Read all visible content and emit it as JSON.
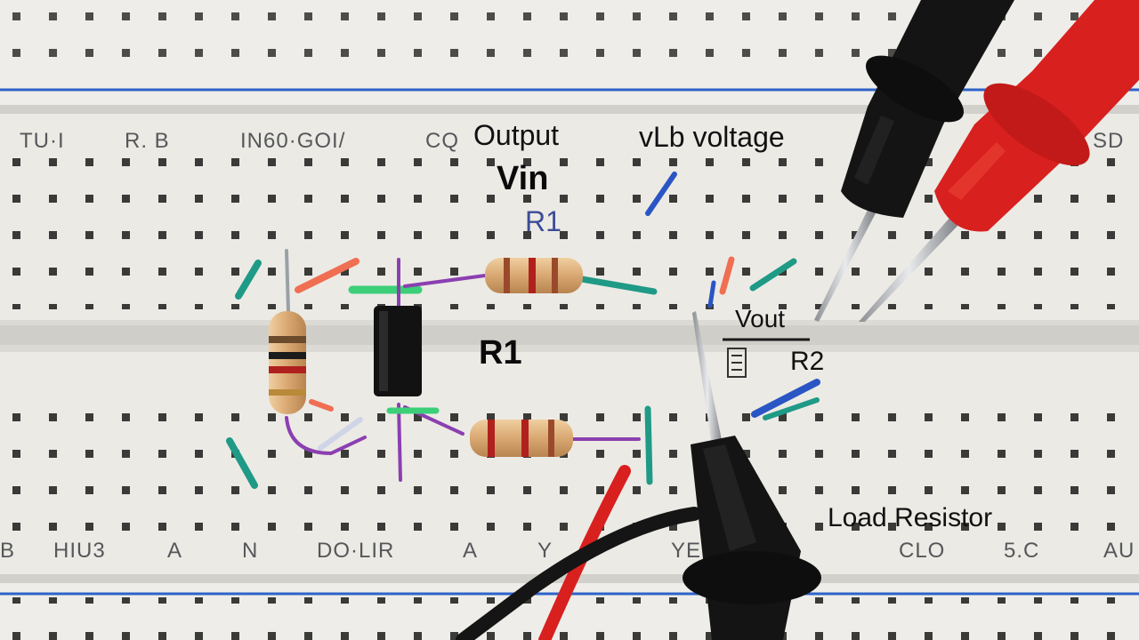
{
  "photo": {
    "row_labels_top": [
      "TU·I",
      "R. B",
      "IN60·GOI/",
      "CQ",
      "SD"
    ],
    "row_labels_bottom": [
      "B",
      "HIU3",
      "A",
      "N",
      "DO·LIR",
      "A",
      "Y",
      "YE",
      "CLO",
      "5.C",
      "AU"
    ],
    "annotations": {
      "output": "Output",
      "vlb_voltage": "vLb voltage",
      "vin": "Vin",
      "r1_blue": "R1",
      "r1_main": "R1",
      "vout": "Vout",
      "r2": "R2",
      "load_resistor": "Load Resistor"
    },
    "colors": {
      "board": "#e9e7e1",
      "rail_line": "#2e63c9",
      "probe_black": "#141414",
      "probe_red": "#d8201e"
    }
  }
}
